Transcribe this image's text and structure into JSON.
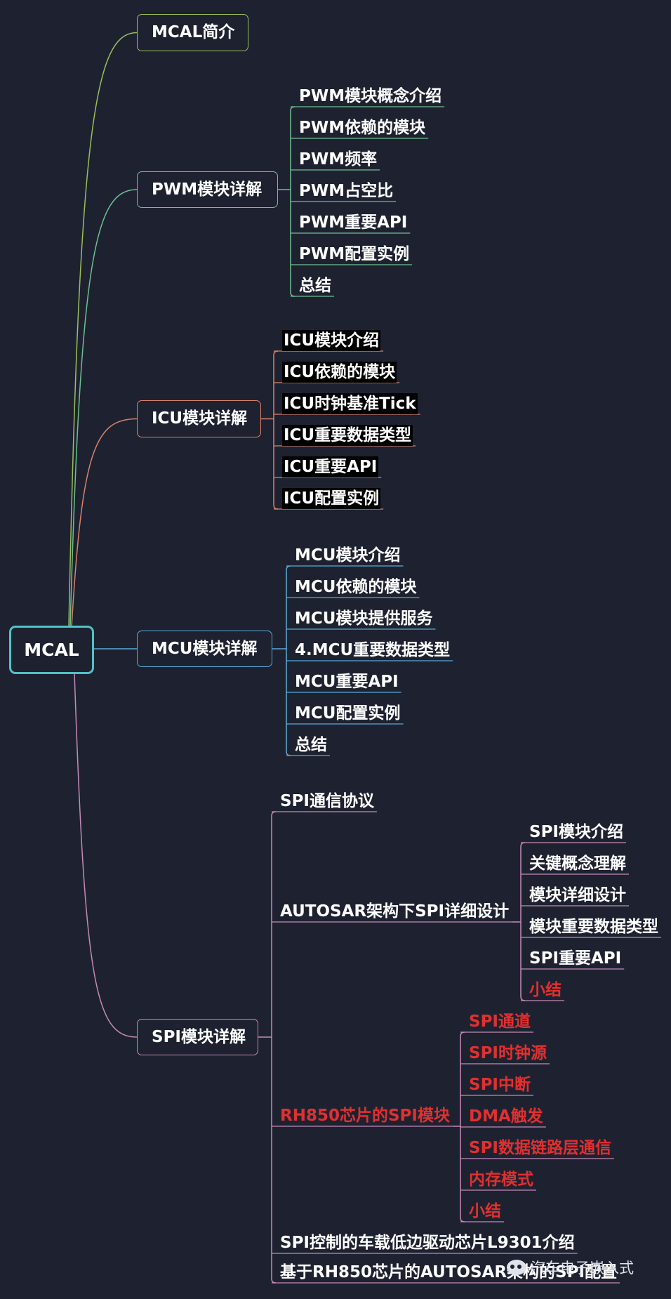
{
  "colors": {
    "background": "#1e2230",
    "root_border": "#4fc3c8",
    "branch_mcal_intro": "#9bbf5a",
    "branch_pwm": "#6fbf8f",
    "branch_icu": "#d9826b",
    "branch_mcu": "#5aa9d6",
    "branch_spi": "#c48ab8",
    "red_text": "#e03030"
  },
  "root": {
    "label": "MCAL"
  },
  "branches": [
    {
      "key": "mcal_intro",
      "label": "MCAL简介",
      "children": []
    },
    {
      "key": "pwm",
      "label": "PWM模块详解",
      "children": [
        {
          "label": "PWM模块概念介绍"
        },
        {
          "label": "PWM依赖的模块"
        },
        {
          "label": "PWM频率"
        },
        {
          "label": "PWM占空比"
        },
        {
          "label": "PWM重要API"
        },
        {
          "label": "PWM配置实例"
        },
        {
          "label": "总结"
        }
      ]
    },
    {
      "key": "icu",
      "label": "ICU模块详解",
      "children": [
        {
          "label": "ICU模块介绍"
        },
        {
          "label": "ICU依赖的模块"
        },
        {
          "label": "ICU时钟基准Tick"
        },
        {
          "label": "ICU重要数据类型"
        },
        {
          "label": "ICU重要API"
        },
        {
          "label": "ICU配置实例"
        }
      ]
    },
    {
      "key": "mcu",
      "label": "MCU模块详解",
      "children": [
        {
          "label": "MCU模块介绍"
        },
        {
          "label": "MCU依赖的模块"
        },
        {
          "label": "MCU模块提供服务"
        },
        {
          "label": "4.MCU重要数据类型"
        },
        {
          "label": "MCU重要API"
        },
        {
          "label": "MCU配置实例"
        },
        {
          "label": "总结"
        }
      ]
    },
    {
      "key": "spi",
      "label": "SPI模块详解",
      "children": [
        {
          "label": "SPI通信协议",
          "children": []
        },
        {
          "label": "AUTOSAR架构下SPI详细设计",
          "children": [
            {
              "label": "SPI模块介绍"
            },
            {
              "label": "关键概念理解"
            },
            {
              "label": "模块详细设计"
            },
            {
              "label": "模块重要数据类型"
            },
            {
              "label": "SPI重要API"
            },
            {
              "label": "小结",
              "red": true
            }
          ]
        },
        {
          "label": "RH850芯片的SPI模块",
          "red": true,
          "children": [
            {
              "label": "SPI通道",
              "red": true
            },
            {
              "label": "SPI时钟源",
              "red": true
            },
            {
              "label": "SPI中断",
              "red": true
            },
            {
              "label": "DMA触发",
              "red": true
            },
            {
              "label": "SPI数据链路层通信",
              "red": true
            },
            {
              "label": "内存模式",
              "red": true
            },
            {
              "label": "小结",
              "red": true
            }
          ]
        },
        {
          "label": "SPI控制的车载低边驱动芯片L9301介绍",
          "children": []
        },
        {
          "label": "基于RH850芯片的AUTOSAR架构的SPI配置",
          "children": []
        }
      ]
    }
  ],
  "watermark": {
    "text": "汽车电子嵌入式",
    "icon": "wechat-icon"
  }
}
